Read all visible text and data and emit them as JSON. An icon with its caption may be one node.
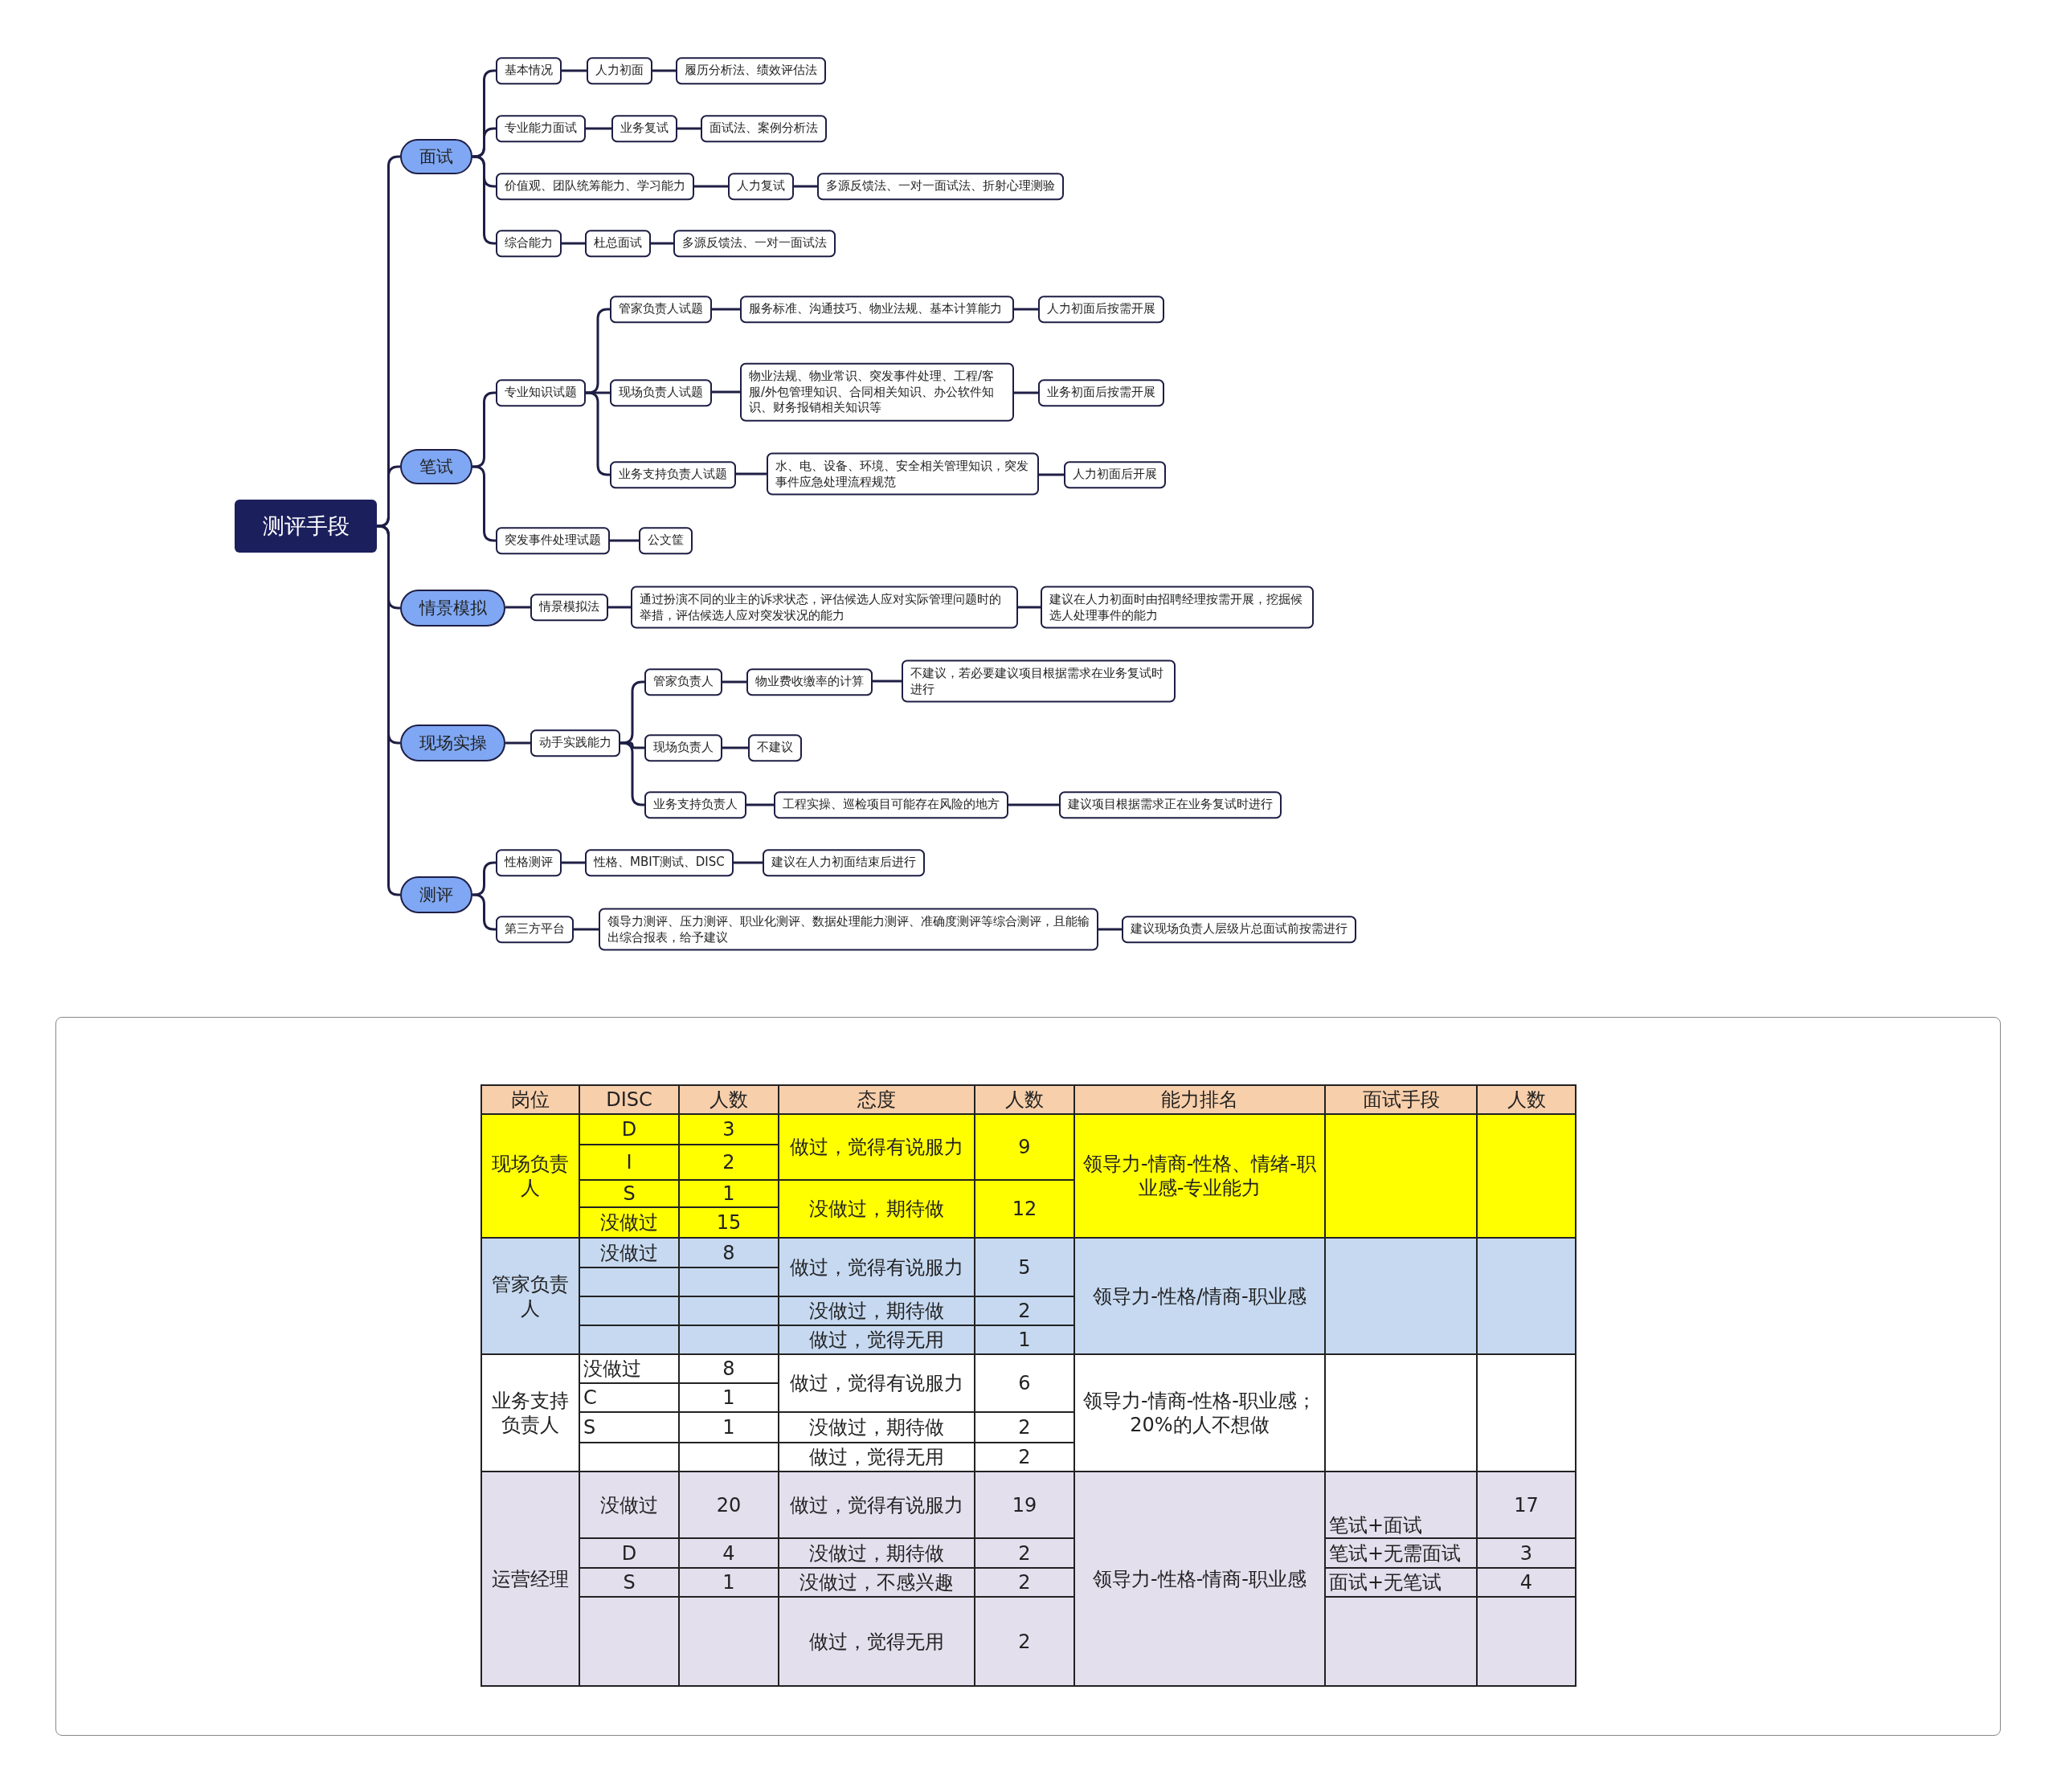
{
  "diagram": {
    "nodes": [
      {
        "text": [
          "测评手段"
        ]
      },
      {
        "text": [
          "面试"
        ]
      },
      {
        "text": [
          "基本情况"
        ]
      },
      {
        "text": [
          "人力初面"
        ]
      },
      {
        "text": [
          "履历分析法、绩效评估法"
        ]
      },
      {
        "text": [
          "专业能力面试"
        ]
      },
      {
        "text": [
          "业务复试"
        ]
      },
      {
        "text": [
          "面试法、案例分析法"
        ]
      },
      {
        "text": [
          "价值观、团队统筹能力、学习能力"
        ]
      },
      {
        "text": [
          "人力复试"
        ]
      },
      {
        "text": [
          "多源反馈法、一对一面试法、折射心理测验"
        ]
      },
      {
        "text": [
          "综合能力"
        ]
      },
      {
        "text": [
          "杜总面试"
        ]
      },
      {
        "text": [
          "多源反馈法、一对一面试法"
        ]
      },
      {
        "text": [
          "笔试"
        ]
      },
      {
        "text": [
          "专业知识试题"
        ]
      },
      {
        "text": [
          "管家负责人试题"
        ]
      },
      {
        "text": [
          "服务标准、沟通技巧、物业法规、基本计算能力"
        ]
      },
      {
        "text": [
          "人力初面后按需开展"
        ]
      },
      {
        "text": [
          "现场负责人试题"
        ]
      },
      {
        "text": [
          "物业法规、物业常识、突发事件处理、工程/客服/外包管理知识、合同相关知识、办公软件知识、财务报销相关知识等"
        ]
      },
      {
        "text": [
          "业务初面后按需开展"
        ]
      },
      {
        "text": [
          "业务支持负责人试题"
        ]
      },
      {
        "text": [
          "水、电、设备、环境、安全相关管理知识，突发事件应急处理流程规范"
        ]
      },
      {
        "text": [
          "人力初面后开展"
        ]
      },
      {
        "text": [
          "突发事件处理试题"
        ]
      },
      {
        "text": [
          "公文筐"
        ]
      },
      {
        "text": [
          "情景模拟"
        ]
      },
      {
        "text": [
          "情景模拟法"
        ]
      },
      {
        "text": [
          "通过扮演不同的业主的诉求状态，评估候选人应对实际管理问题时的举措，评估候选人应对突发状况的能力"
        ]
      },
      {
        "text": [
          "建议在人力初面时由招聘经理按需开展，挖掘候选人处理事件的能力"
        ]
      },
      {
        "text": [
          "现场实操"
        ]
      },
      {
        "text": [
          "动手实践能力"
        ]
      },
      {
        "text": [
          "管家负责人"
        ]
      },
      {
        "text": [
          "物业费收缴率的计算"
        ]
      },
      {
        "text": [
          "不建议，若必要建议项目根据需求在业务复试时进行"
        ]
      },
      {
        "text": [
          "现场负责人"
        ]
      },
      {
        "text": [
          "不建议"
        ]
      },
      {
        "text": [
          "业务支持负责人"
        ]
      },
      {
        "text": [
          "工程实操、巡检项目可能存在风险的地方"
        ]
      },
      {
        "text": [
          "建议项目根据需求正在业务复试时进行"
        ]
      },
      {
        "text": [
          "测评"
        ]
      },
      {
        "text": [
          "性格测评"
        ]
      },
      {
        "text": [
          "性格、MBIT测试、DISC"
        ]
      },
      {
        "text": [
          "建议在人力初面结束后进行"
        ]
      },
      {
        "text": [
          "第三方平台"
        ]
      },
      {
        "text": [
          "领导力测评、压力测评、职业化测评、数据处理能力测评、准确度测评等综合测评，且能输出综合报表，给予建议"
        ]
      },
      {
        "text": [
          "建议现场负责人层级片总面试前按需进行"
        ]
      }
    ],
    "edges": [
      {
        "from": 0,
        "to": 1,
        "arrow": "none"
      },
      {
        "from": 0,
        "to": 14,
        "arrow": "none"
      },
      {
        "from": 0,
        "to": 27,
        "arrow": "none"
      },
      {
        "from": 0,
        "to": 31,
        "arrow": "none"
      },
      {
        "from": 0,
        "to": 41,
        "arrow": "none"
      },
      {
        "from": 1,
        "to": 2,
        "arrow": "none"
      },
      {
        "from": 2,
        "to": 3,
        "arrow": "none"
      },
      {
        "from": 3,
        "to": 4,
        "arrow": "none"
      },
      {
        "from": 1,
        "to": 5,
        "arrow": "none"
      },
      {
        "from": 5,
        "to": 6,
        "arrow": "none"
      },
      {
        "from": 6,
        "to": 7,
        "arrow": "none"
      },
      {
        "from": 1,
        "to": 8,
        "arrow": "none"
      },
      {
        "from": 8,
        "to": 9,
        "arrow": "none"
      },
      {
        "from": 9,
        "to": 10,
        "arrow": "none"
      },
      {
        "from": 1,
        "to": 11,
        "arrow": "none"
      },
      {
        "from": 11,
        "to": 12,
        "arrow": "none"
      },
      {
        "from": 12,
        "to": 13,
        "arrow": "none"
      },
      {
        "from": 14,
        "to": 15,
        "arrow": "none"
      },
      {
        "from": 15,
        "to": 16,
        "arrow": "none"
      },
      {
        "from": 16,
        "to": 17,
        "arrow": "none"
      },
      {
        "from": 17,
        "to": 18,
        "arrow": "none"
      },
      {
        "from": 15,
        "to": 19,
        "arrow": "none"
      },
      {
        "from": 19,
        "to": 20,
        "arrow": "none"
      },
      {
        "from": 20,
        "to": 21,
        "arrow": "none"
      },
      {
        "from": 15,
        "to": 22,
        "arrow": "none"
      },
      {
        "from": 22,
        "to": 23,
        "arrow": "none"
      },
      {
        "from": 23,
        "to": 24,
        "arrow": "none"
      },
      {
        "from": 14,
        "to": 25,
        "arrow": "none"
      },
      {
        "from": 25,
        "to": 26,
        "arrow": "none"
      },
      {
        "from": 27,
        "to": 28,
        "arrow": "none"
      },
      {
        "from": 28,
        "to": 29,
        "arrow": "none"
      },
      {
        "from": 29,
        "to": 30,
        "arrow": "none"
      },
      {
        "from": 31,
        "to": 32,
        "arrow": "none"
      },
      {
        "from": 32,
        "to": 33,
        "arrow": "none"
      },
      {
        "from": 33,
        "to": 34,
        "arrow": "none"
      },
      {
        "from": 34,
        "to": 35,
        "arrow": "none"
      },
      {
        "from": 32,
        "to": 36,
        "arrow": "none"
      },
      {
        "from": 36,
        "to": 37,
        "arrow": "none"
      },
      {
        "from": 32,
        "to": 38,
        "arrow": "none"
      },
      {
        "from": 38,
        "to": 39,
        "arrow": "none"
      },
      {
        "from": 39,
        "to": 40,
        "arrow": "none"
      },
      {
        "from": 41,
        "to": 42,
        "arrow": "none"
      },
      {
        "from": 42,
        "to": 43,
        "arrow": "none"
      },
      {
        "from": 43,
        "to": 44,
        "arrow": "none"
      },
      {
        "from": 41,
        "to": 45,
        "arrow": "none"
      },
      {
        "from": 45,
        "to": 46,
        "arrow": "none"
      },
      {
        "from": 46,
        "to": 47,
        "arrow": "none"
      }
    ],
    "labels": [
      "岗位",
      "DISC",
      "人数",
      "态度",
      "人数",
      "能力排名",
      "面试手段",
      "人数",
      "现场负责人",
      "D",
      "3",
      "做过，觉得有说服力",
      "9",
      "领导力-情商-性格、情绪-职业感-专业能力",
      "I",
      "2",
      "S",
      "1",
      "没做过，期待做",
      "12",
      "没做过",
      "15",
      "管家负责人",
      "没做过",
      "8",
      "做过，觉得有说服力",
      "5",
      "领导力-性格/情商-职业感",
      "没做过，期待做",
      "2",
      "做过，觉得无用",
      "1",
      "业务支持负责人",
      "没做过",
      "8",
      "做过，觉得有说服力",
      "6",
      "领导力-情商-性格-职业感；20%的人不想做",
      "C",
      "1",
      "S",
      "1",
      "没做过，期待做",
      "2",
      "做过，觉得无用",
      "2",
      "运营经理",
      "没做过",
      "20",
      "做过，觉得有说服力",
      "19",
      "领导力-性格-情商-职业感",
      "笔试+面试",
      "17",
      "D",
      "4",
      "没做过，期待做",
      "2",
      "笔试+无需面试",
      "3",
      "S",
      "1",
      "没做过，不感兴趣",
      "2",
      "面试+无笔试",
      "4",
      "做过，觉得无用",
      "2"
    ]
  }
}
